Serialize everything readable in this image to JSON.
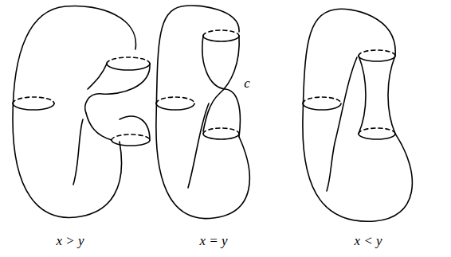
{
  "diagram": {
    "labels": [
      "c",
      "x > y",
      "x = y",
      "x < y"
    ]
  }
}
